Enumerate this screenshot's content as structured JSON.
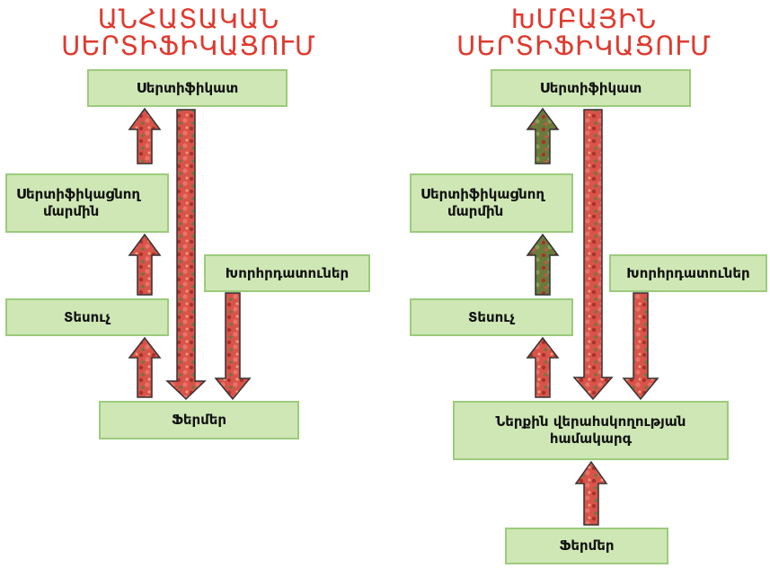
{
  "individual": {
    "title_line1": "ԱՆՀԱՏԱԿԱՆ",
    "title_line2": "ՍԵՐՏԻՖԻԿԱՑՈՒՄ",
    "certificate": "Սերտիֆիկատ",
    "certifying_body_line1": "Սերտիֆիկացնող",
    "certifying_body_line2": "մարմին",
    "inspector": "Տեսուչ",
    "buyers": "Խորհրդատուներ",
    "farmer": "Ֆերմեր"
  },
  "group": {
    "title_line1": "ԽՄԲԱՅԻՆ",
    "title_line2": "ՍԵՐՏԻՖԻԿԱՑՈՒՄ",
    "certificate": "Սերտիֆիկատ",
    "certifying_body_line1": "Սերտիֆիկացնող",
    "certifying_body_line2": "մարմին",
    "inspector": "Տեսուչ",
    "buyers": "Խորհրդատուներ",
    "ics_line1": "Ներքին վերահսկողության",
    "ics_line2": "համակարգ",
    "farmer": "Ֆերմեր"
  },
  "colors": {
    "title": "#e03a2f",
    "box_fill": "#cfe7b4",
    "box_border": "#9ccb7c",
    "arrow_red": "#d9534a",
    "arrow_green": "#6b7a3c"
  }
}
